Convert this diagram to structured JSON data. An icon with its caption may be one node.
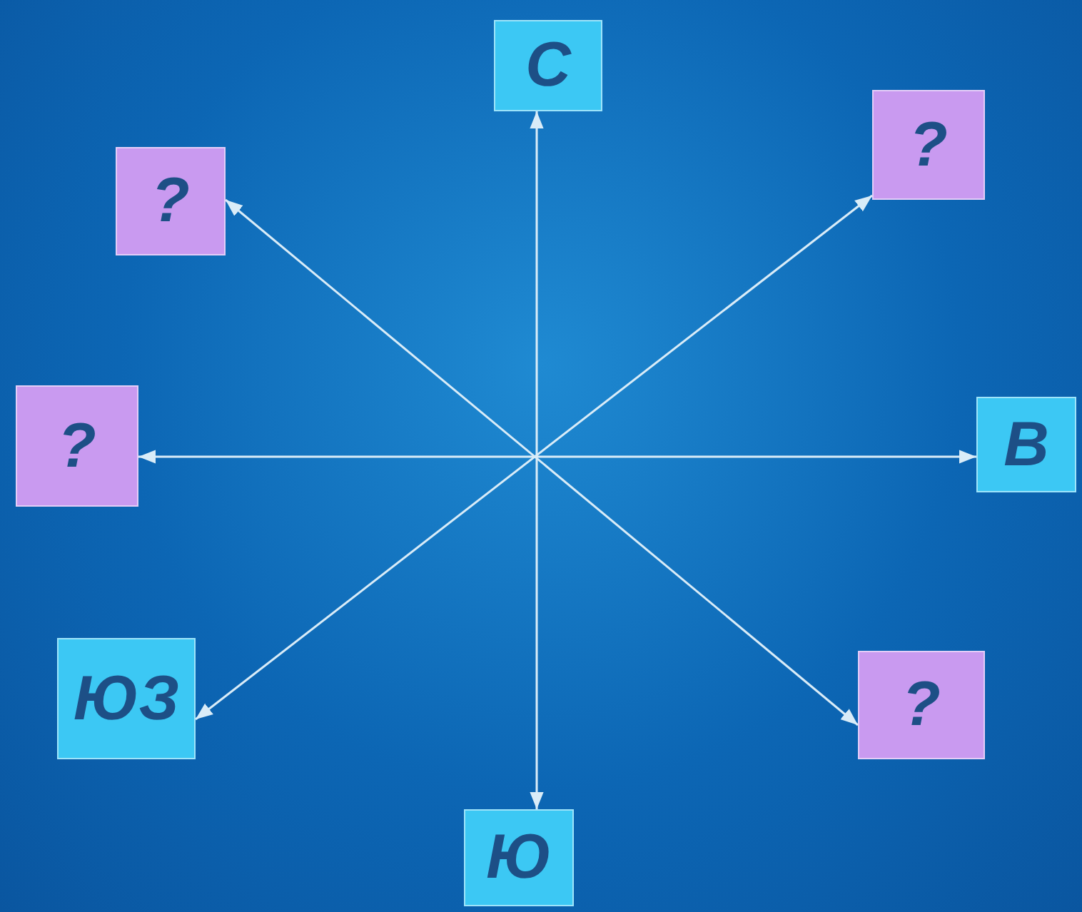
{
  "diagram": {
    "nodes": [
      {
        "text": [
          "С"
        ]
      },
      {
        "text": [
          "?"
        ]
      },
      {
        "text": [
          "?"
        ]
      },
      {
        "text": [
          "?"
        ]
      },
      {
        "text": [
          "В"
        ]
      },
      {
        "text": [
          "ЮЗ"
        ]
      },
      {
        "text": [
          "?"
        ]
      },
      {
        "text": [
          "Ю"
        ]
      }
    ],
    "edges": [
      {
        "from": 0,
        "to": 7,
        "arrow": "both"
      },
      {
        "from": 3,
        "to": 4,
        "arrow": "both"
      },
      {
        "from": 1,
        "to": 5,
        "arrow": "both"
      },
      {
        "from": 2,
        "to": 6,
        "arrow": "both"
      }
    ]
  }
}
